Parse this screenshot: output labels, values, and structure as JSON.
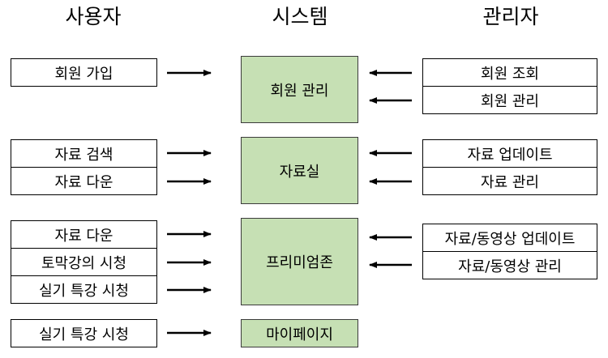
{
  "headers": {
    "user": "사용자",
    "system": "시스템",
    "admin": "관리자"
  },
  "user_items": [
    "회원 가입",
    "자료 검색",
    "자료 다운",
    "자료 다운",
    "토막강의 시청",
    "실기 특강 시청",
    "실기 특강 시청"
  ],
  "system_items": [
    "회원 관리",
    "자료실",
    "프리미엄존",
    "마이페이지"
  ],
  "admin_items": [
    "회원 조회",
    "회원 관리",
    "자료 업데이트",
    "자료 관리",
    "자료/동영상 업데이트",
    "자료/동영상 관리"
  ]
}
